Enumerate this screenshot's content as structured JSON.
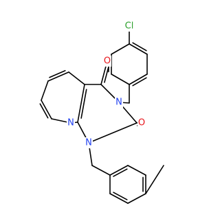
{
  "molecule": {
    "atoms": {
      "cl": {
        "symbol": "Cl",
        "color": "#2ca02c"
      },
      "n3": {
        "symbol": "N",
        "color": "#1f3ff0"
      },
      "n1": {
        "symbol": "N",
        "color": "#1f3ff0"
      },
      "n8": {
        "symbol": "N",
        "color": "#1f3ff0"
      },
      "o4": {
        "symbol": "O",
        "color": "#e8161c"
      },
      "o2": {
        "symbol": "O",
        "color": "#e8161c"
      }
    },
    "bond_color": "#000000"
  }
}
